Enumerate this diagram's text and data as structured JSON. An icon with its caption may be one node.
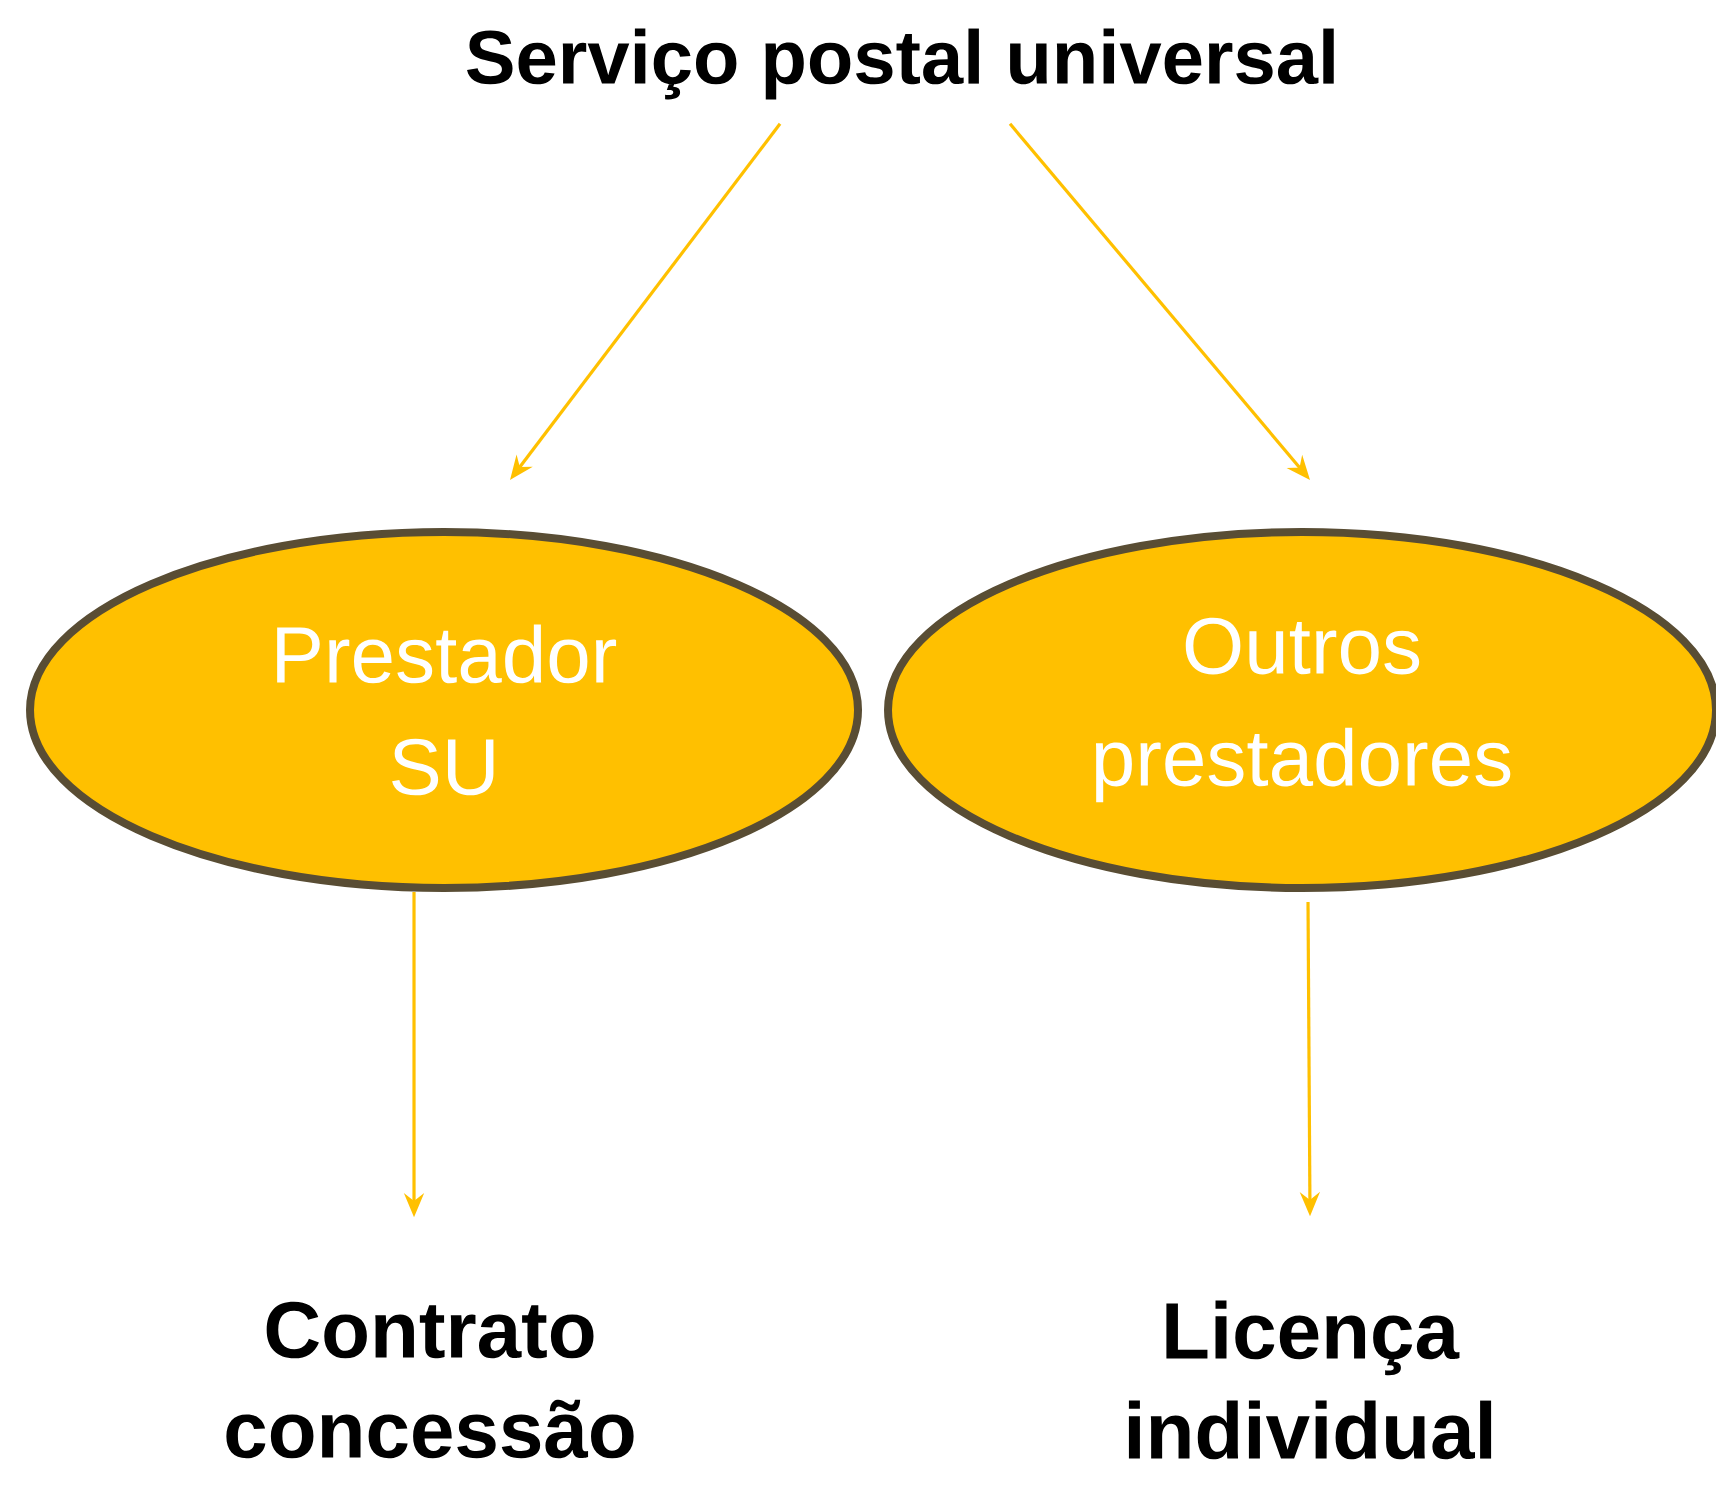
{
  "diagram": {
    "nodes": [
      {
        "text": [
          "Serviço postal universal"
        ]
      },
      {
        "text": [
          "Prestador SU"
        ]
      },
      {
        "text": [
          "Outros prestadores"
        ]
      },
      {
        "text": [
          "Contrato concessão"
        ]
      },
      {
        "text": [
          "Licença individual"
        ]
      }
    ],
    "edges": [
      {
        "from": 0,
        "to": 1,
        "arrow": "to"
      },
      {
        "from": 0,
        "to": 2,
        "arrow": "to"
      },
      {
        "from": 1,
        "to": 3,
        "arrow": "to"
      },
      {
        "from": 2,
        "to": 4,
        "arrow": "to"
      }
    ]
  }
}
